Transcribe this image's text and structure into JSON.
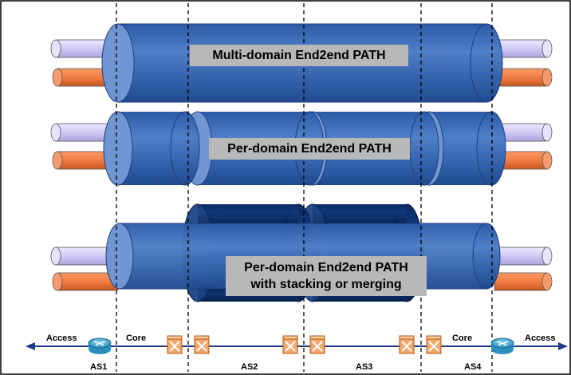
{
  "labels": {
    "multi_domain": "Multi-domain End2end PATH",
    "per_domain": "Per-domain End2end PATH",
    "stacking_line1": "Per-domain End2end PATH",
    "stacking_line2": "with stacking or merging"
  },
  "bottom": {
    "access_left": "Access",
    "core_left": "Core",
    "core_right": "Core",
    "access_right": "Access",
    "domains": [
      "AS1",
      "AS2",
      "AS3",
      "AS4"
    ]
  },
  "colors": {
    "tunnel_blue": "#3d6db5",
    "tunnel_dark": "#0b2f6e",
    "pipe_lavender": "#cfcaf5",
    "pipe_orange": "#f07c45",
    "label_bg": "#b8b8b8"
  },
  "icons": [
    "router-icon",
    "switch-icon"
  ]
}
